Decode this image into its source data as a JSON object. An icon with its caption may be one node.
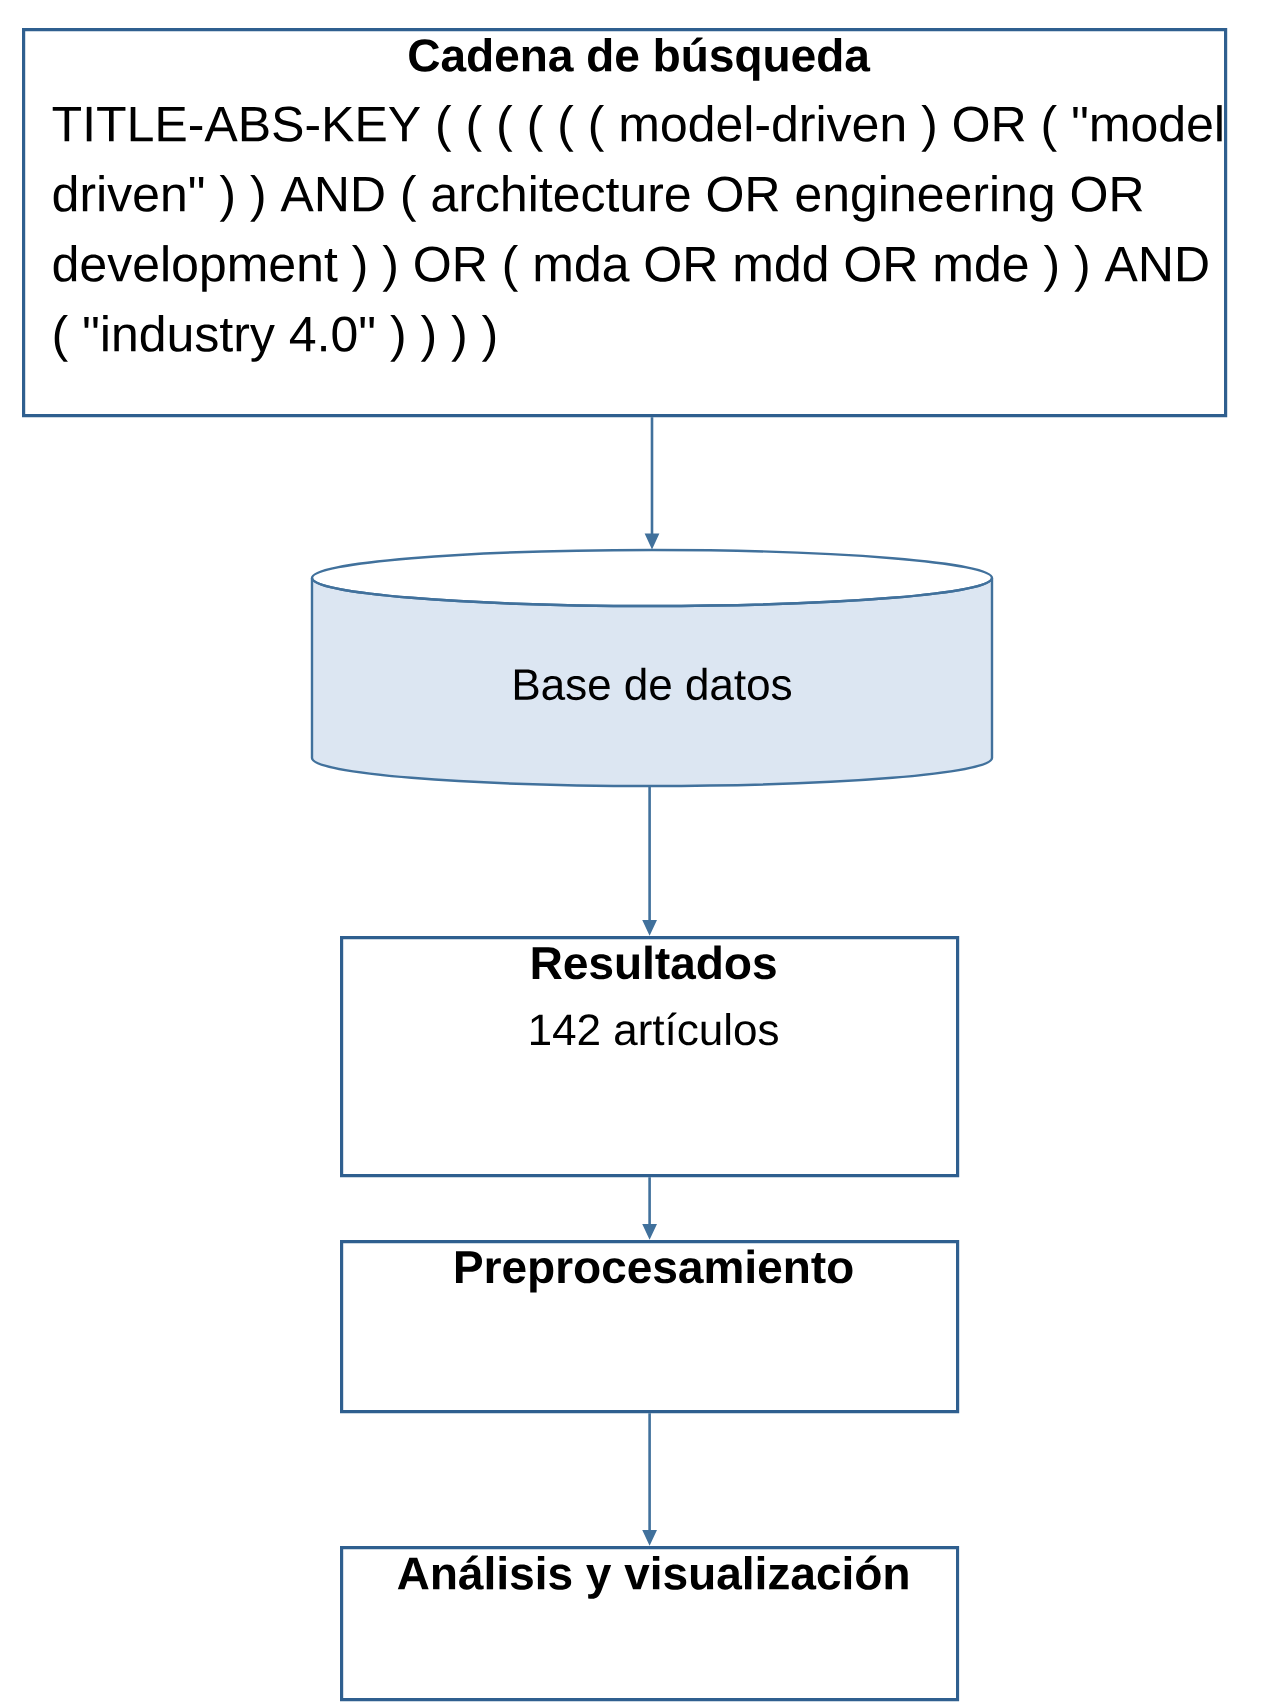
{
  "diagram": {
    "nodes": [
      {
        "text": [
          "Cadena de búsqueda",
          "TITLE-ABS-KEY ( ( ( ( ( ( model-driven ) OR ( \"model driven\" ) ) AND ( architecture OR engineering OR development ) ) OR ( mda OR mdd OR mde ) ) AND ( \"industry 4.0\" ) ) ) )"
        ]
      },
      {
        "text": [
          "Base de datos"
        ]
      },
      {
        "text": [
          "Resultados",
          "142 artículos"
        ]
      },
      {
        "text": [
          "Preprocesamiento"
        ]
      },
      {
        "text": [
          "Análisis y visualización"
        ]
      }
    ],
    "edges": [
      {
        "from": 0,
        "to": 1,
        "arrow": "to"
      },
      {
        "from": 1,
        "to": 2,
        "arrow": "to"
      },
      {
        "from": 2,
        "to": 3,
        "arrow": "to"
      },
      {
        "from": 3,
        "to": 4,
        "arrow": "to"
      }
    ]
  }
}
